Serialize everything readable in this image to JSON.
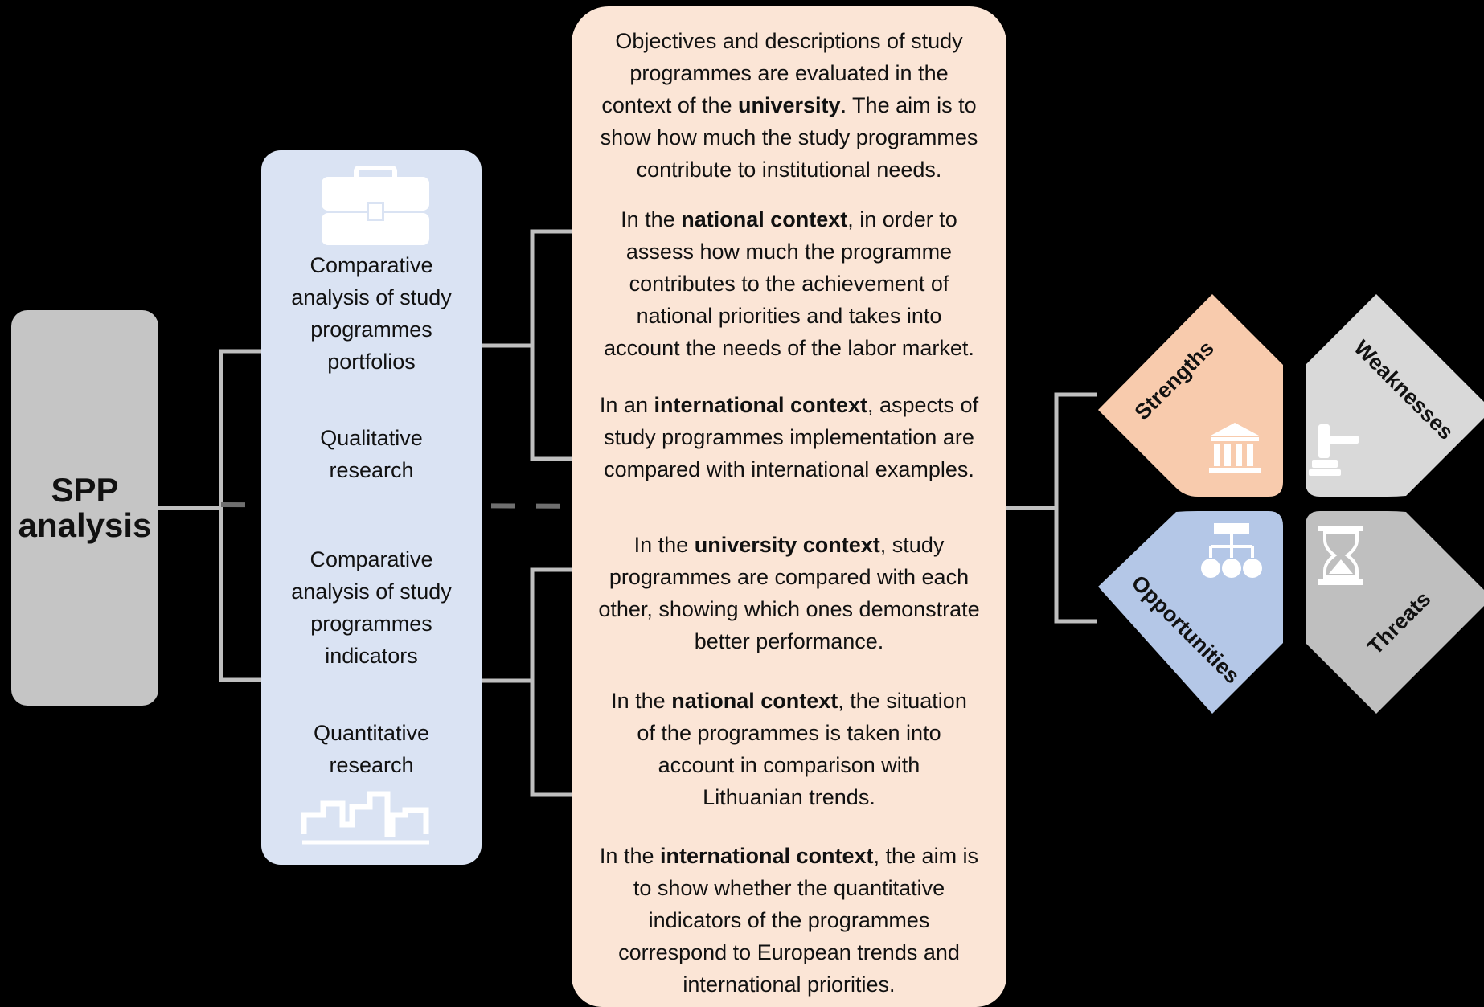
{
  "root": {
    "title_line1": "SPP",
    "title_line2": "analysis"
  },
  "methods": {
    "qualitative": {
      "line1": "Comparative",
      "line2": "analysis of study",
      "line3": "programmes",
      "line4": "portfolios",
      "research_line1": "Qualitative",
      "research_line2": "research",
      "icon": "briefcase-icon"
    },
    "quantitative": {
      "line1": "Comparative",
      "line2": "analysis of study",
      "line3": "programmes",
      "line4": "indicators",
      "research_line1": "Quantitative",
      "research_line2": "research",
      "icon": "bar-chart-icon"
    }
  },
  "contexts_qualitative": [
    {
      "lines": [
        "Objectives and descriptions of study",
        "programmes are evaluated in the"
      ],
      "l3_pre": "context of the ",
      "l3_bold": "university",
      "l3_post": ". The aim is to",
      "lines_after": [
        "show how much the study programmes",
        "contribute to institutional needs."
      ]
    },
    {
      "l1_pre": "In the ",
      "l1_bold": "national context",
      "l1_post": ", in order to",
      "lines_after": [
        "assess how much the programme",
        "contributes to the achievement of",
        "national priorities and takes into",
        "account the needs of the labor market."
      ]
    },
    {
      "l1_pre": "In an ",
      "l1_bold": "international context",
      "l1_post": ", aspects of",
      "lines_after": [
        "study programmes implementation are",
        "compared with international examples."
      ]
    }
  ],
  "contexts_quantitative": [
    {
      "l1_pre": "In the ",
      "l1_bold": "university context",
      "l1_post": ", study",
      "lines_after": [
        "programmes are compared with each",
        "other, showing which ones demonstrate",
        "better performance."
      ]
    },
    {
      "l1_pre": "In the ",
      "l1_bold": "national context",
      "l1_post": ", the situation",
      "lines_after": [
        "of the programmes is taken into",
        "account in comparison with",
        "Lithuanian trends."
      ]
    },
    {
      "l1_pre": "In the ",
      "l1_bold": "international context",
      "l1_post": ", the aim is",
      "lines_after": [
        "to show whether the quantitative",
        "indicators of the programmes",
        "correspond to European trends and",
        "international priorities."
      ]
    }
  ],
  "swot": {
    "strengths": {
      "label": "Strengths",
      "color": "#f8cbad",
      "icon": "institution-icon"
    },
    "weaknesses": {
      "label": "Weaknesses",
      "color": "#d9d9d9",
      "icon": "gavel-icon"
    },
    "opportunities": {
      "label": "Opportunities",
      "color": "#b4c7e7",
      "icon": "hierarchy-icon"
    },
    "threats": {
      "label": "Threats",
      "color": "#bfbfbf",
      "icon": "hourglass-icon"
    }
  },
  "colors": {
    "connector": "#bfbfbf",
    "divider": "#595959",
    "background": "#000000"
  }
}
